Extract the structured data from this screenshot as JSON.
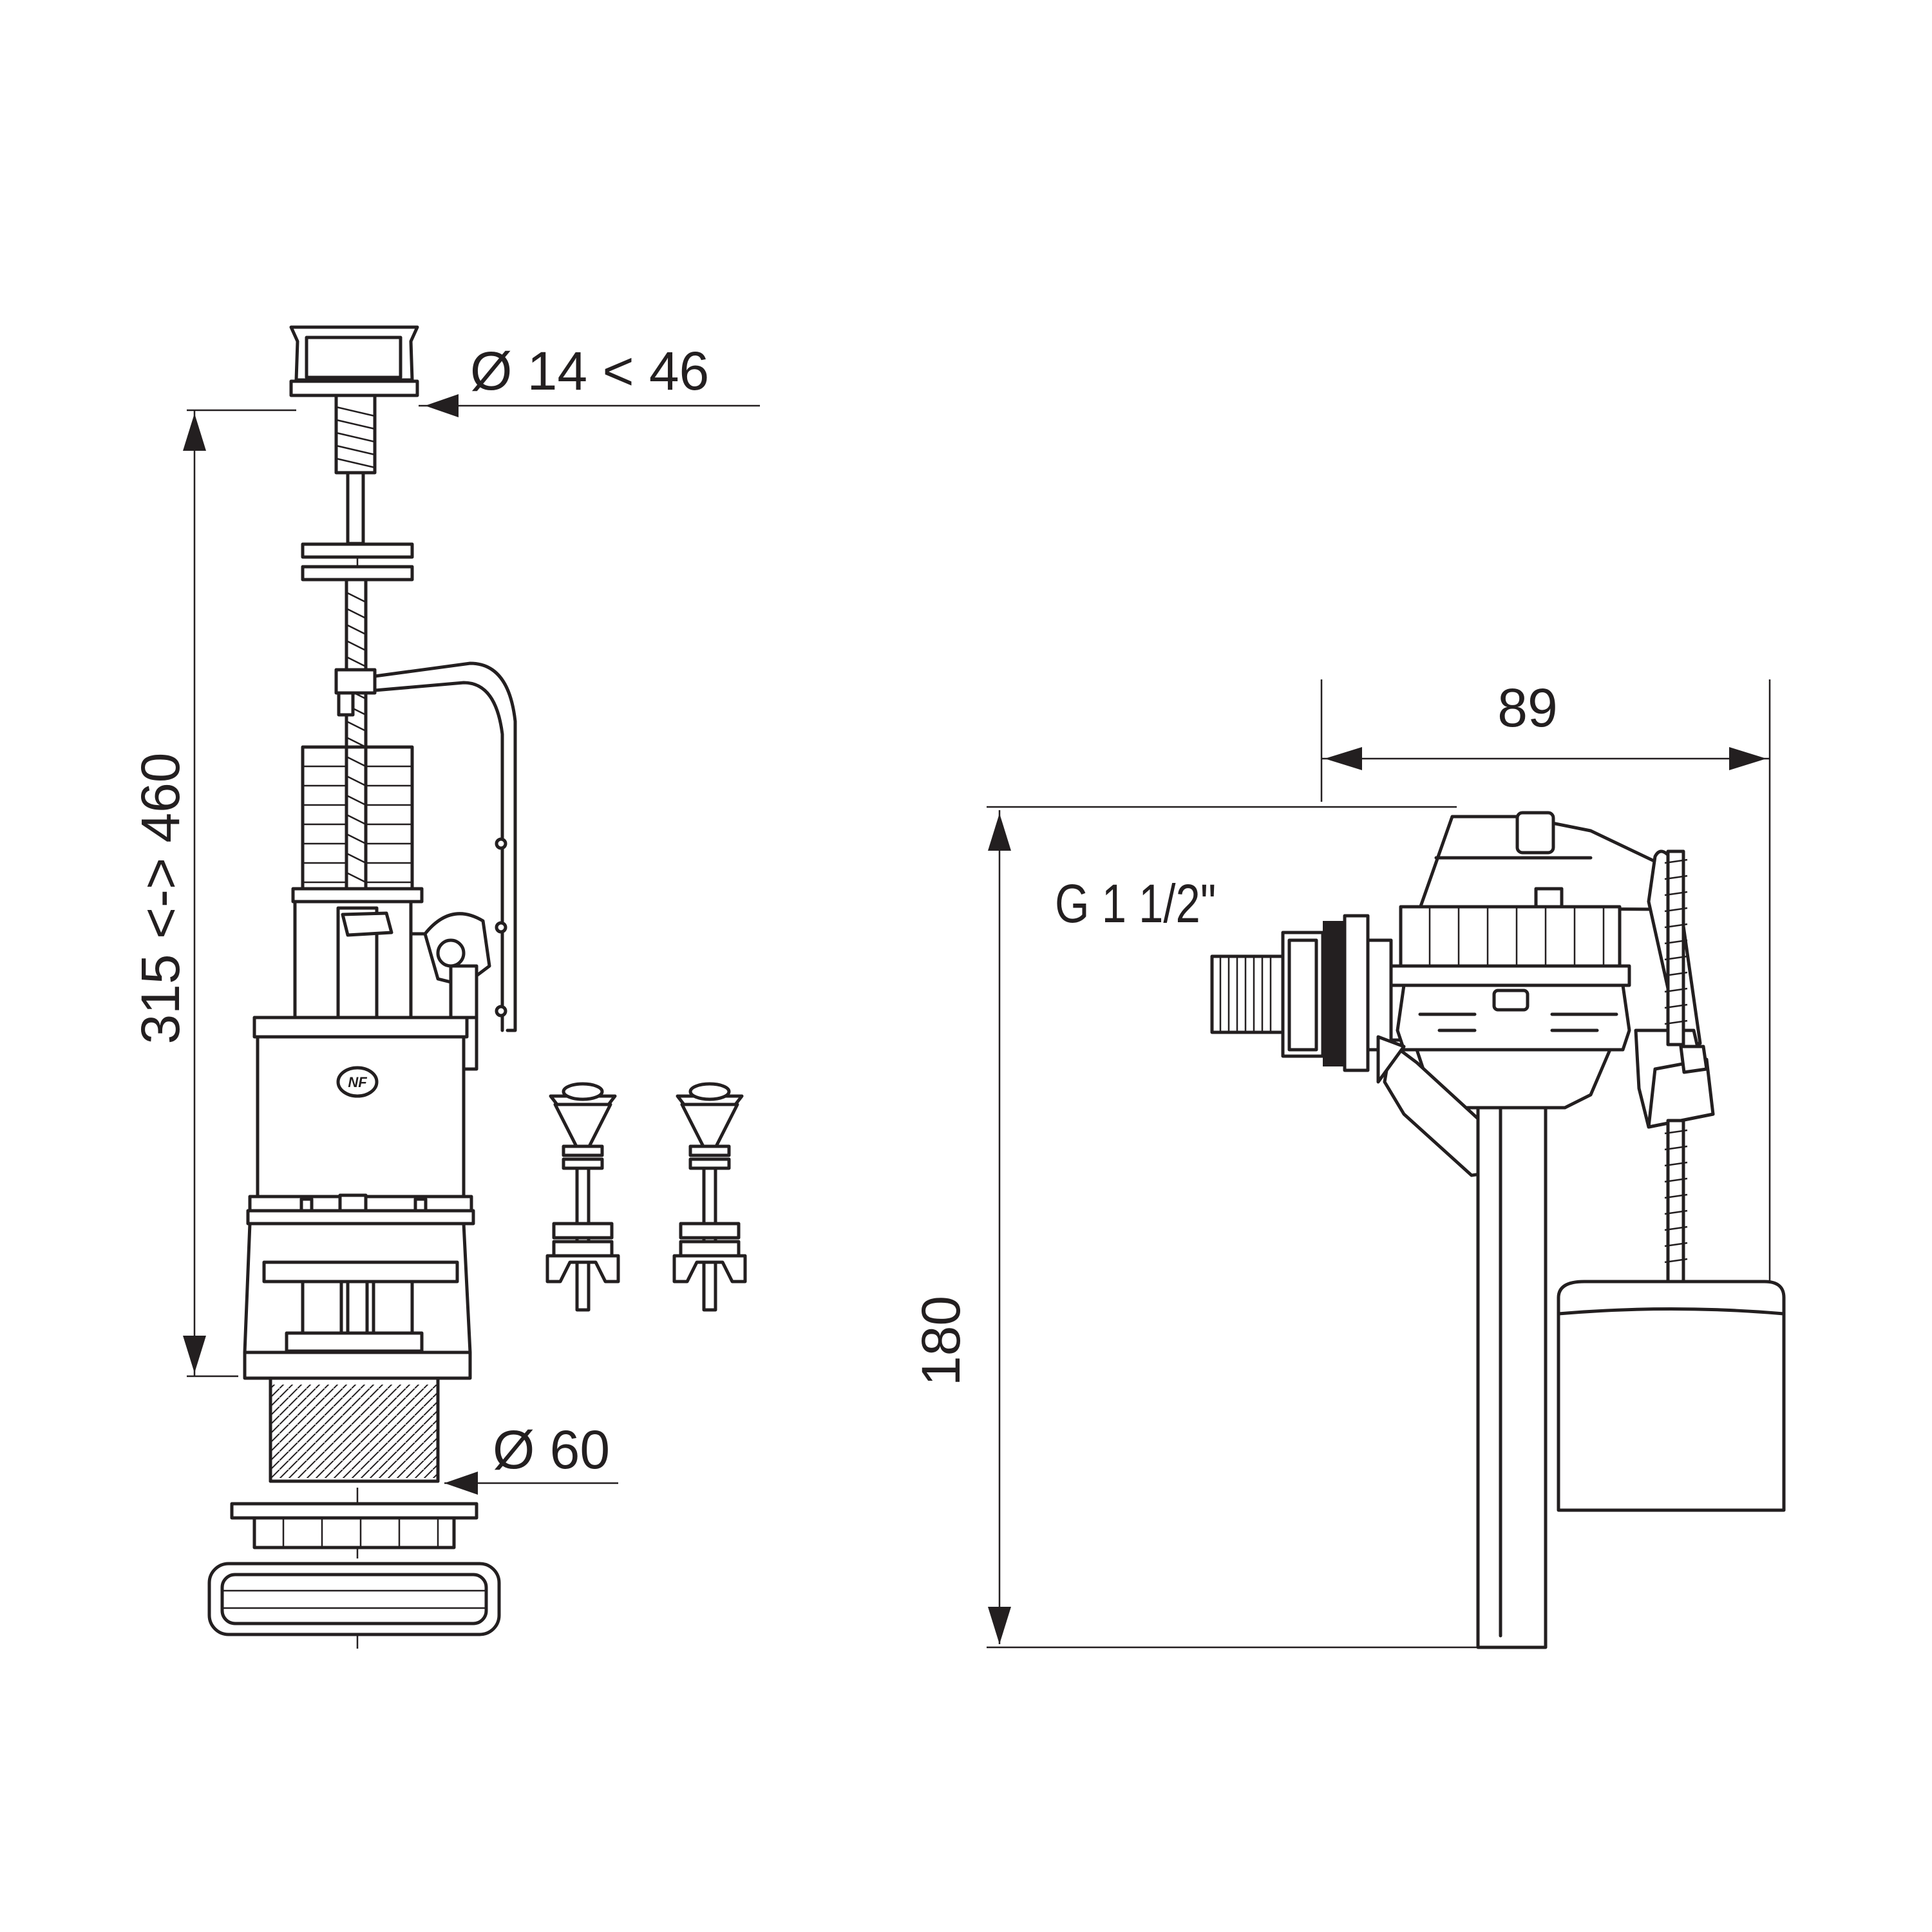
{
  "diagram": {
    "flush_valve": {
      "dimension_button_diameter": "Ø 14 < 46",
      "dimension_height_range": "315 <-> 460",
      "dimension_outlet_diameter": "Ø 60",
      "certification_mark": "NF"
    },
    "fill_valve": {
      "dimension_width": "89",
      "dimension_height": "180",
      "thread_spec": "G 1 1/2\""
    }
  },
  "colors": {
    "ink": "#231f20",
    "background": "#ffffff"
  }
}
